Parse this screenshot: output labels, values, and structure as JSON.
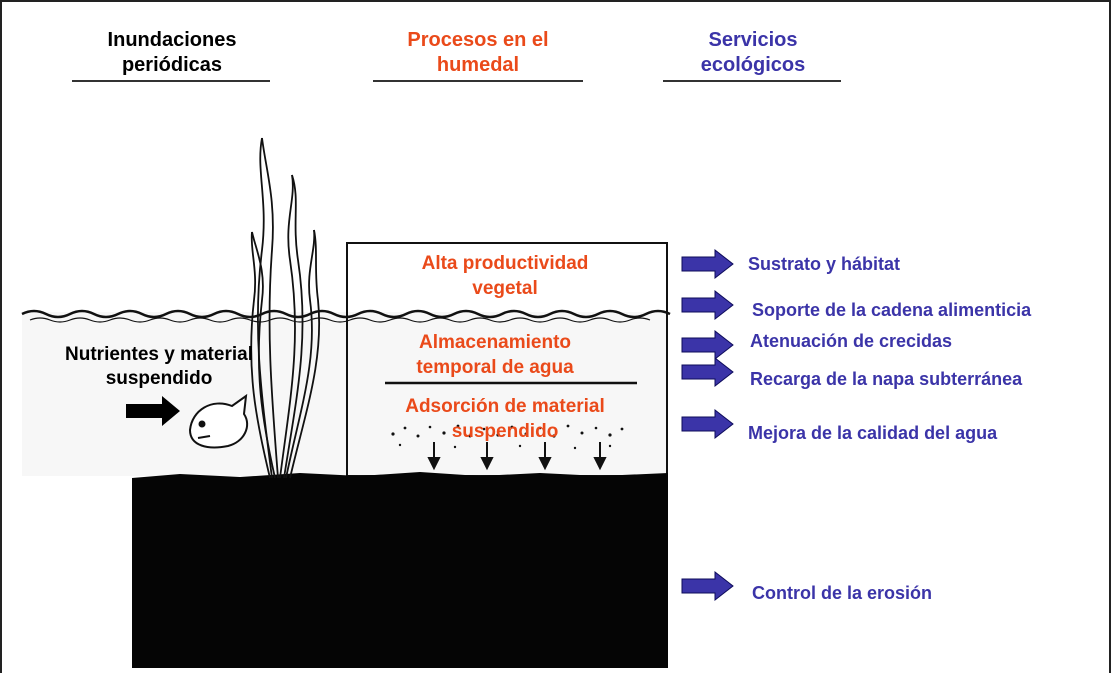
{
  "headers": {
    "left": "Inundaciones\nperiódicas",
    "middle": "Procesos en el\nhumedal",
    "right": "Servicios\necológicos"
  },
  "processes": [
    "Alta productividad\nvegetal",
    "Almacenamiento\ntemporal de agua",
    "Adsorción de material\nsuspendido"
  ],
  "inflow_label": "Nutrientes y material\nsuspendido",
  "services": [
    "Sustrato y hábitat",
    "Soporte de la cadena alimenticia",
    "Atenuación de crecidas",
    "Recarga de la napa subterránea",
    "Mejora de la calidad del agua",
    "Control de la erosión"
  ],
  "colors": {
    "process_text": "#ea4a1a",
    "service_text": "#3b34a8",
    "arrow_fill": "#3b34a8",
    "soil": "#050505"
  }
}
